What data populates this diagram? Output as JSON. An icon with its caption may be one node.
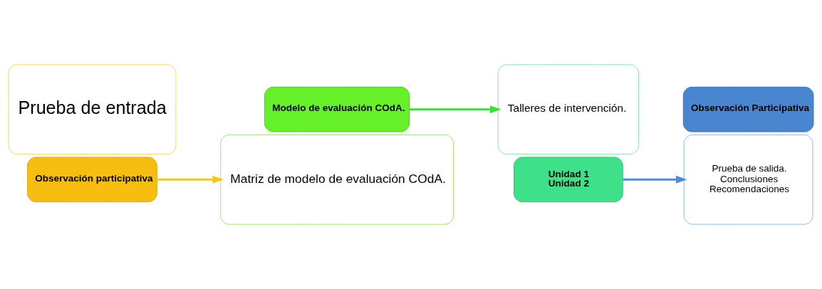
{
  "diagram": {
    "nodes": [
      {
        "text": [
          "Prueba de entrada"
        ]
      },
      {
        "text": [
          "Observación participativa"
        ]
      },
      {
        "text": [
          "Matriz de modelo de evaluación COdA."
        ]
      },
      {
        "text": [
          "Modelo de evaluación COdA."
        ]
      },
      {
        "text": [
          "Talleres de intervención."
        ]
      },
      {
        "text": [
          "Unidad 1",
          "Unidad 2"
        ]
      },
      {
        "text": [
          "Prueba de salida.",
          "Conclusiones",
          "Recomendaciones"
        ]
      },
      {
        "text": [
          "Observación Participativa"
        ]
      }
    ],
    "edges": [
      {
        "from": 1,
        "to": 2,
        "arrow": "to",
        "color": "#f5c518"
      },
      {
        "from": 3,
        "to": 4,
        "arrow": "to",
        "color": "#3ddc3d"
      },
      {
        "from": 5,
        "to": 6,
        "arrow": "to",
        "color": "#4a8fd6"
      }
    ]
  }
}
